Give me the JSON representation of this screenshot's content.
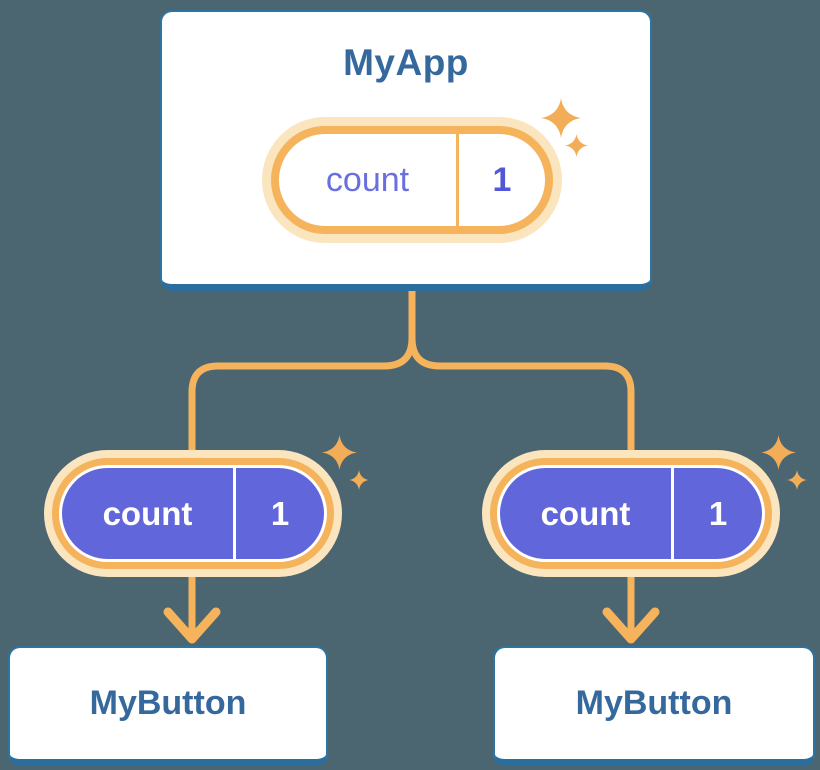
{
  "root": {
    "label": "MyApp",
    "state": {
      "name": "count",
      "value": "1"
    }
  },
  "children": [
    {
      "label": "MyButton",
      "prop": {
        "name": "count",
        "value": "1"
      }
    },
    {
      "label": "MyButton",
      "prop": {
        "name": "count",
        "value": "1"
      }
    }
  ],
  "icons": {
    "sparkle": "sparkle-icon",
    "arrow": "arrow-down-icon"
  },
  "colors": {
    "background": "#4C6671",
    "card_border": "#2E74A3",
    "card_border_bottom": "#2B6D9C",
    "heading_text": "#35699E",
    "orange_stroke": "#F5B35C",
    "orange_halo": "#FBE5BE",
    "sparkle": "#F3AC57",
    "pill_purple": "#6166DA",
    "state_key_text": "#6A6FDF",
    "state_value_text": "#5157D6"
  }
}
